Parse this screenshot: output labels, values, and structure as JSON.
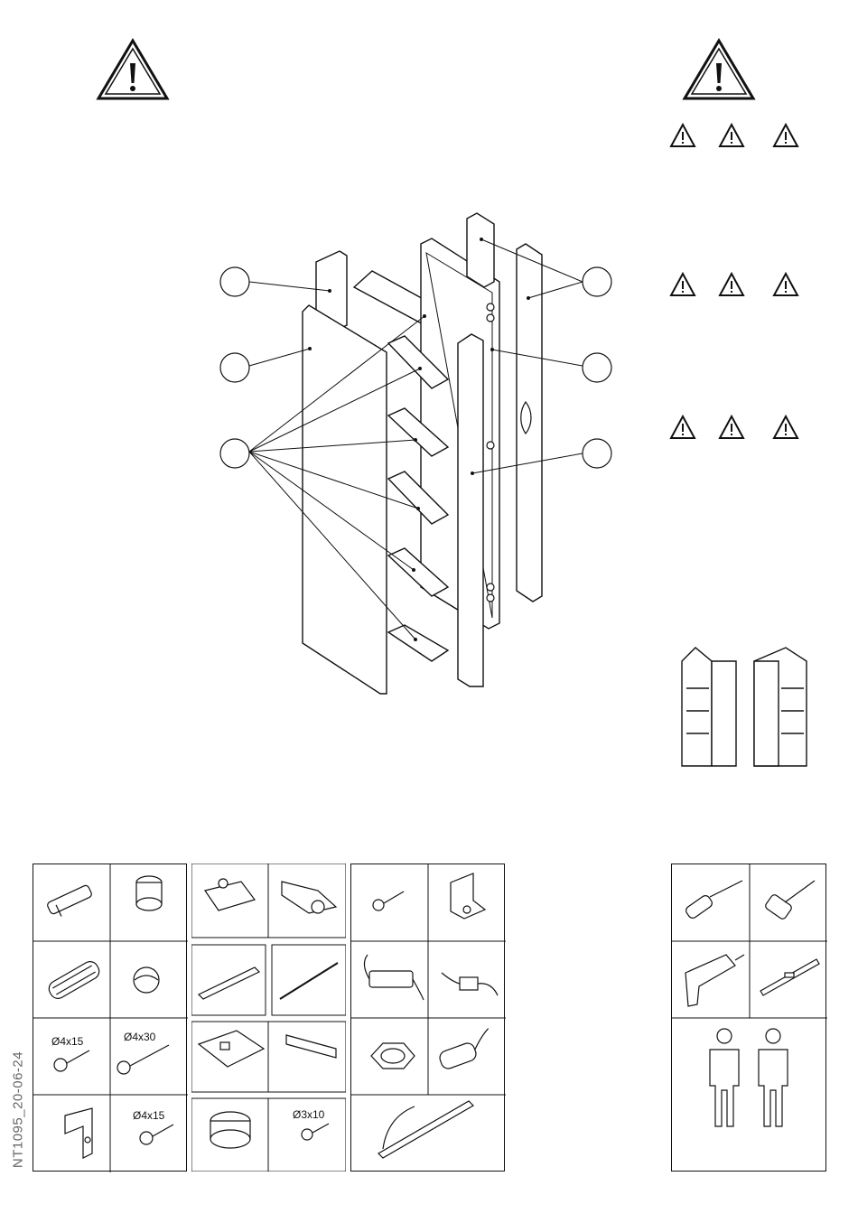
{
  "document": {
    "doc_id": "NT1095_20-06-24"
  },
  "hardware": {
    "screw_a_label": "Ø4x15",
    "screw_b_label": "Ø4x30",
    "screw_c_label": "Ø4x15",
    "screw_d_label": "Ø3x10"
  },
  "icons": {
    "warning": "warning-triangle-icon",
    "person": "person-icon",
    "screwdriver": "screwdriver-icon",
    "hammer": "hammer-icon",
    "drill": "drill-icon",
    "level": "spirit-level-icon"
  },
  "colors": {
    "line": "#111111",
    "background": "#ffffff"
  }
}
